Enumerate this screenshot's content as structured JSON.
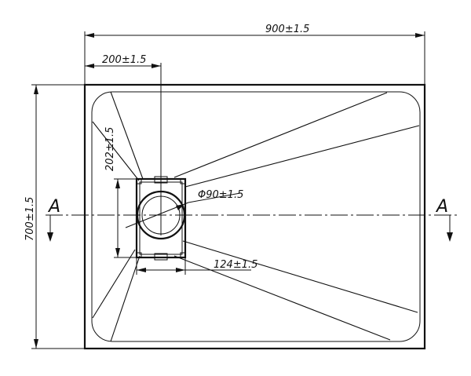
{
  "dimensions": {
    "overall_width": "900±1.5",
    "drain_offset": "200±1.5",
    "overall_height": "700±1.5",
    "drain_frame_height": "202±1.5",
    "drain_diameter": "Φ90±1.5",
    "drain_frame_width": "124±1.5"
  },
  "section": {
    "left_label": "A",
    "right_label": "A"
  }
}
